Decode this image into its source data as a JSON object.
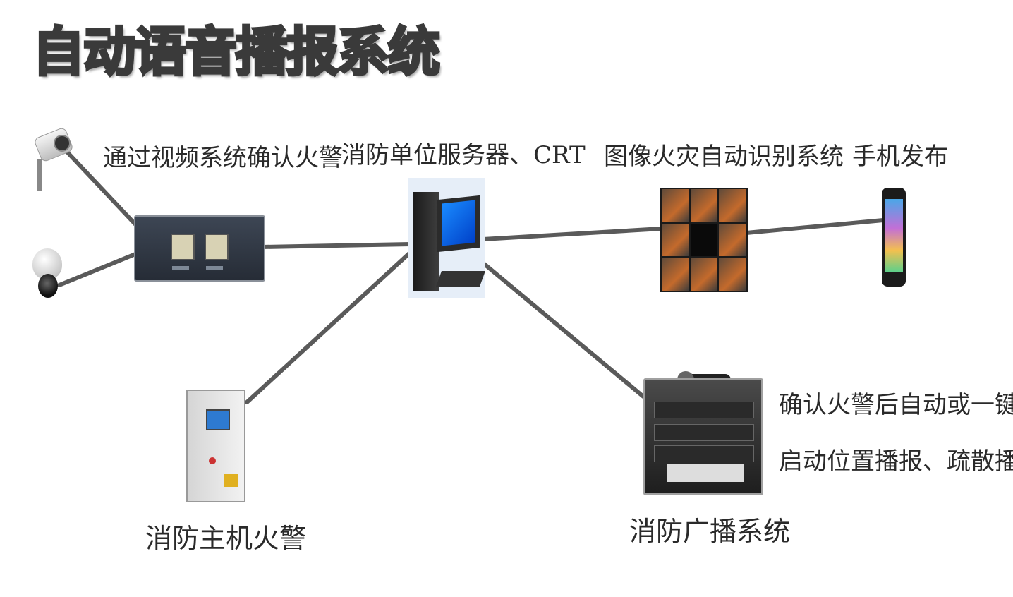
{
  "title_chars": [
    "自",
    "动",
    "语",
    "音",
    "播",
    "报",
    "系",
    "统"
  ],
  "nodes": {
    "camera_confirm": "通过视频系统确认火警",
    "server": "消防单位服务器、CRT",
    "image_recognition": "图像火灾自动识别系统",
    "phone": "手机发布",
    "fire_host": "消防主机火警",
    "broadcast": "消防广播系统",
    "broadcast_note_line1": "确认火警后自动或一键式",
    "broadcast_note_line2": "启动位置播报、疏散播报"
  }
}
